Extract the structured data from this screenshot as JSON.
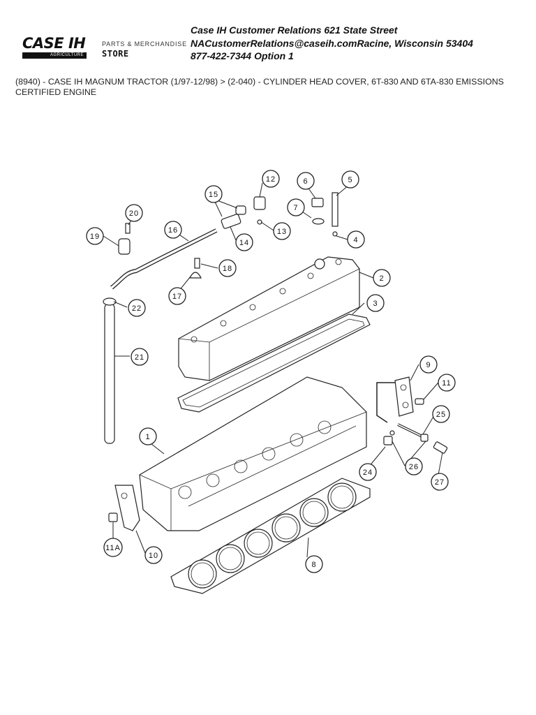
{
  "header": {
    "logo": {
      "brand": "CASE IH",
      "sub": "AGRICULTURE",
      "tagline": "PARTS & MERCHANDISE",
      "store": "STORE"
    },
    "contact": {
      "line1": "Case IH Customer Relations 621 State Street",
      "line2": "NACustomerRelations@caseih.comRacine, Wisconsin 53404",
      "line3": "877-422-7344 Option 1"
    }
  },
  "breadcrumb": "(8940) - CASE IH MAGNUM TRACTOR (1/97-12/98) > (2-040) - CYLINDER HEAD COVER, 6T-830 AND 6TA-830 EMISSIONS CERTIFIED ENGINE",
  "callouts": {
    "c1": "1",
    "c2": "2",
    "c3": "3",
    "c4": "4",
    "c5": "5",
    "c6": "6",
    "c7": "7",
    "c8": "8",
    "c9": "9",
    "c10": "10",
    "c11": "11",
    "c11a": "11A",
    "c12": "12",
    "c13": "13",
    "c14": "14",
    "c15": "15",
    "c16": "16",
    "c17": "17",
    "c18": "18",
    "c19": "19",
    "c20": "20",
    "c21": "21",
    "c22": "22",
    "c24": "24",
    "c25": "25",
    "c26": "26",
    "c27": "27"
  }
}
